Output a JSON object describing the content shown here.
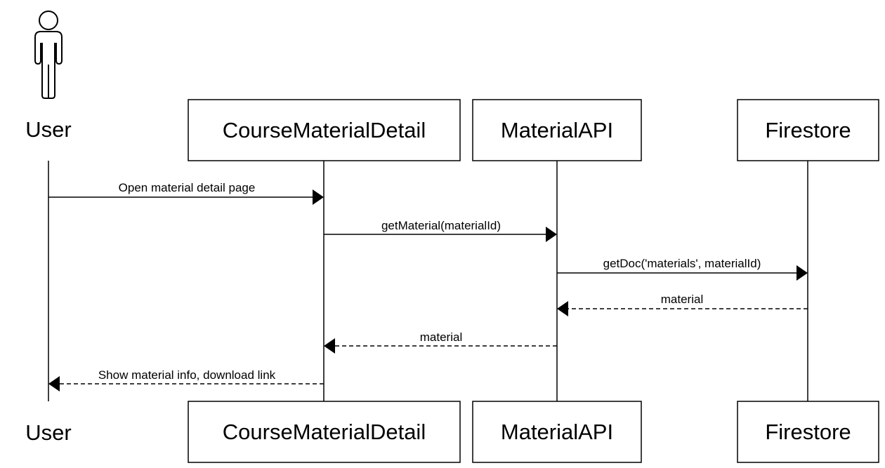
{
  "diagram": {
    "actor": {
      "name": "User"
    },
    "participants": [
      {
        "id": "cmd",
        "label": "CourseMaterialDetail"
      },
      {
        "id": "api",
        "label": "MaterialAPI"
      },
      {
        "id": "fs",
        "label": "Firestore"
      }
    ],
    "messages": [
      {
        "label": "Open material detail page",
        "from": "User",
        "to": "CourseMaterialDetail",
        "style": "solid"
      },
      {
        "label": "getMaterial(materialId)",
        "from": "CourseMaterialDetail",
        "to": "MaterialAPI",
        "style": "solid"
      },
      {
        "label": "getDoc('materials', materialId)",
        "from": "MaterialAPI",
        "to": "Firestore",
        "style": "solid"
      },
      {
        "label": "material",
        "from": "Firestore",
        "to": "MaterialAPI",
        "style": "dashed"
      },
      {
        "label": "material",
        "from": "MaterialAPI",
        "to": "CourseMaterialDetail",
        "style": "dashed"
      },
      {
        "label": "Show material info, download link",
        "from": "CourseMaterialDetail",
        "to": "User",
        "style": "dashed"
      }
    ]
  }
}
